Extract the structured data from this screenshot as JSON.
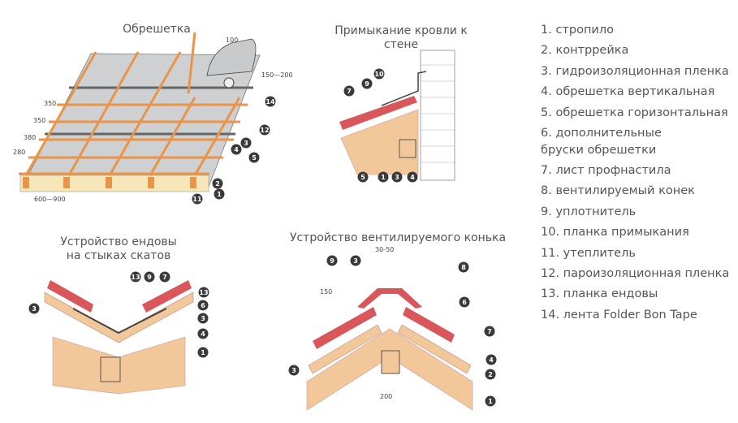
{
  "titles": {
    "lathing": "Обрешетка",
    "wall_line1": "Примыкание кровли к",
    "wall_line2": "стене",
    "valley_line1": "Устройство ендовы",
    "valley_line2": "на стыках скатов",
    "ridge": "Устройство вентилируемого конька"
  },
  "dimensions": {
    "lathing": [
      "100",
      "150—200",
      "350",
      "350",
      "380",
      "280",
      "600—900"
    ],
    "ridge": [
      "30-50",
      "150",
      "200"
    ]
  },
  "callouts": {
    "lathing": [
      "14",
      "12",
      "3",
      "4",
      "5",
      "2",
      "1",
      "11"
    ],
    "wall": [
      "7",
      "9",
      "10",
      "5",
      "1",
      "3",
      "4"
    ],
    "valley": [
      "13",
      "9",
      "7",
      "13",
      "6",
      "3",
      "4",
      "1",
      "3"
    ],
    "ridge": [
      "9",
      "3",
      "8",
      "6",
      "7",
      "4",
      "2",
      "1",
      "3"
    ]
  },
  "legend": [
    "1.  стропило",
    "2.  контррейка",
    "3.  гидроизоляционная пленка",
    "4.  обрешетка вертикальная",
    "5.  обрешетка горизонтальная",
    "6.  дополнительные бруски обрешетки",
    "7.  лист профнастила",
    "8.  вентилируемый конек",
    "9. уплотнитель",
    "10. планка примыкания",
    "11.  утеплитель",
    "12. пароизоляционная пленка",
    "13. планка ендовы",
    "14. лента Folder Bon Tape"
  ],
  "colors": {
    "wood": "#f2c89a",
    "lath": "#e8954a",
    "metal": "#d9575a",
    "film": "#cfd0d2",
    "callout": "#3a3a3a",
    "text": "#555555"
  }
}
